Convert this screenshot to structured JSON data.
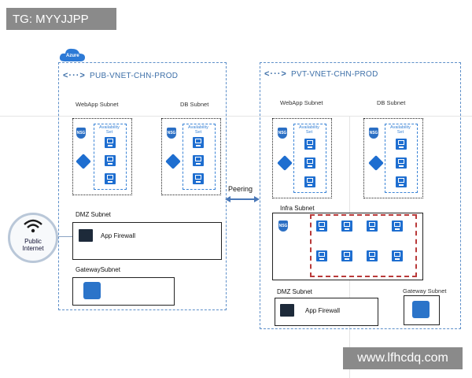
{
  "header": {
    "tag_text": "TG: MYYJJPP"
  },
  "watermark": {
    "text": "www.lfhcdq.com"
  },
  "azure": {
    "label": "Azure"
  },
  "internet": {
    "label_line1": "Public",
    "label_line2": "Internet"
  },
  "peering": {
    "label": "Peering"
  },
  "pub_vnet": {
    "title": "PUB-VNET-CHN-PROD",
    "icon_text": "<···>",
    "webapp_subnet": {
      "label": "WebApp Subnet",
      "nsg": "NSG",
      "avail_line1": "Availability",
      "avail_line2": "Set"
    },
    "db_subnet": {
      "label": "DB Subnet",
      "nsg": "NSG",
      "avail_line1": "Availability",
      "avail_line2": "Set"
    },
    "dmz_subnet": {
      "label": "DMZ Subnet",
      "firewall": "App Firewall"
    },
    "gateway_subnet": {
      "label": "GatewaySubnet"
    }
  },
  "pvt_vnet": {
    "title": "PVT-VNET-CHN-PROD",
    "icon_text": "<···>",
    "webapp_subnet": {
      "label": "WebApp Subnet",
      "nsg": "NSG",
      "avail_line1": "Availability",
      "avail_line2": "Set"
    },
    "db_subnet": {
      "label": "DB Subnet",
      "nsg": "NSG",
      "avail_line1": "Availability",
      "avail_line2": "Set"
    },
    "infra_subnet": {
      "label": "Infra Subnet",
      "nsg": "NSG"
    },
    "dmz_subnet": {
      "label": "DMZ Subnet",
      "firewall": "App Firewall"
    },
    "gateway_subnet": {
      "label": "Gateway Subnet"
    }
  },
  "colors": {
    "accent_blue": "#1e6ed0",
    "vnet_border": "#5d8fc9",
    "infra_dash": "#b93a3a"
  }
}
